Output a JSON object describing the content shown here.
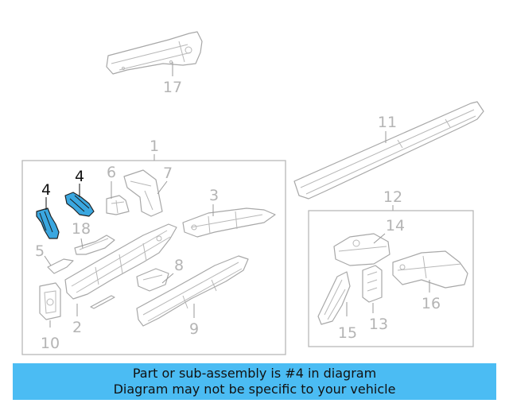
{
  "callouts": {
    "c17": "17",
    "c11": "11",
    "c1": "1",
    "c4a": "4",
    "c4b": "4",
    "c6": "6",
    "c7": "7",
    "c3": "3",
    "c18": "18",
    "c5": "5",
    "c8": "8",
    "c2": "2",
    "c10": "10",
    "c9": "9",
    "c12": "12",
    "c14": "14",
    "c16": "16",
    "c15": "15",
    "c13": "13"
  },
  "highlight_color": "#3aa7e0",
  "banner": {
    "line1": "Part or sub-assembly is #4 in diagram",
    "line2": "Diagram may not be specific to your vehicle",
    "background": "#4bbcf3"
  }
}
